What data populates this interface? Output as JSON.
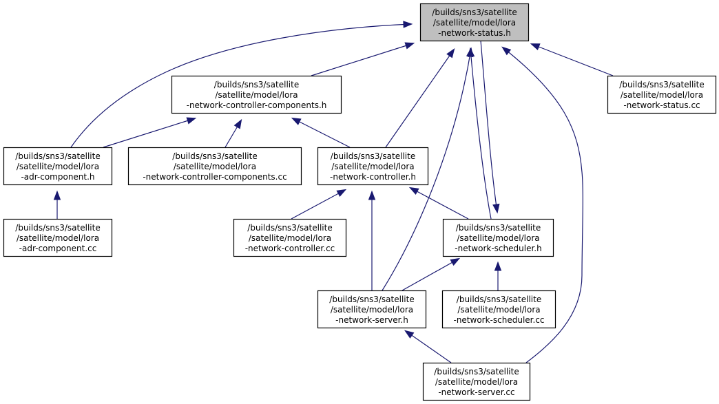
{
  "colors": {
    "edge": "#191970",
    "node_border": "#000000",
    "node_fill": "#ffffff",
    "root_fill": "#bfbfbf",
    "text": "#000000"
  },
  "nodes": [
    {
      "id": "status_h",
      "lines": [
        "/builds/sns3/satellite",
        "/satellite/model/lora",
        "-network-status.h"
      ],
      "root": true
    },
    {
      "id": "ctrl_comp_h",
      "lines": [
        "/builds/sns3/satellite",
        "/satellite/model/lora",
        "-network-controller-components.h"
      ]
    },
    {
      "id": "status_cc",
      "lines": [
        "/builds/sns3/satellite",
        "/satellite/model/lora",
        "-network-status.cc"
      ]
    },
    {
      "id": "adr_h",
      "lines": [
        "/builds/sns3/satellite",
        "/satellite/model/lora",
        "-adr-component.h"
      ]
    },
    {
      "id": "ctrl_comp_cc",
      "lines": [
        "/builds/sns3/satellite",
        "/satellite/model/lora",
        "-network-controller-components.cc"
      ]
    },
    {
      "id": "ctrl_h",
      "lines": [
        "/builds/sns3/satellite",
        "/satellite/model/lora",
        "-network-controller.h"
      ]
    },
    {
      "id": "adr_cc",
      "lines": [
        "/builds/sns3/satellite",
        "/satellite/model/lora",
        "-adr-component.cc"
      ]
    },
    {
      "id": "ctrl_cc",
      "lines": [
        "/builds/sns3/satellite",
        "/satellite/model/lora",
        "-network-controller.cc"
      ]
    },
    {
      "id": "sched_h",
      "lines": [
        "/builds/sns3/satellite",
        "/satellite/model/lora",
        "-network-scheduler.h"
      ]
    },
    {
      "id": "server_h",
      "lines": [
        "/builds/sns3/satellite",
        "/satellite/model/lora",
        "-network-server.h"
      ]
    },
    {
      "id": "sched_cc",
      "lines": [
        "/builds/sns3/satellite",
        "/satellite/model/lora",
        "-network-scheduler.cc"
      ]
    },
    {
      "id": "server_cc",
      "lines": [
        "/builds/sns3/satellite",
        "/satellite/model/lora",
        "-network-server.cc"
      ]
    }
  ],
  "edges": [
    {
      "from": "ctrl_comp_h",
      "to": "status_h"
    },
    {
      "from": "status_cc",
      "to": "status_h"
    },
    {
      "from": "adr_h",
      "to": "status_h"
    },
    {
      "from": "ctrl_h",
      "to": "status_h"
    },
    {
      "from": "sched_h",
      "to": "status_h"
    },
    {
      "from": "server_h",
      "to": "status_h"
    },
    {
      "from": "server_cc",
      "to": "status_h"
    },
    {
      "from": "status_h",
      "to": "sched_h"
    },
    {
      "from": "adr_h",
      "to": "ctrl_comp_h"
    },
    {
      "from": "ctrl_comp_cc",
      "to": "ctrl_comp_h"
    },
    {
      "from": "ctrl_h",
      "to": "ctrl_comp_h"
    },
    {
      "from": "adr_cc",
      "to": "adr_h"
    },
    {
      "from": "ctrl_cc",
      "to": "ctrl_h"
    },
    {
      "from": "server_h",
      "to": "ctrl_h"
    },
    {
      "from": "sched_h",
      "to": "ctrl_h"
    },
    {
      "from": "server_h",
      "to": "sched_h"
    },
    {
      "from": "sched_cc",
      "to": "sched_h"
    },
    {
      "from": "server_cc",
      "to": "server_h"
    }
  ]
}
